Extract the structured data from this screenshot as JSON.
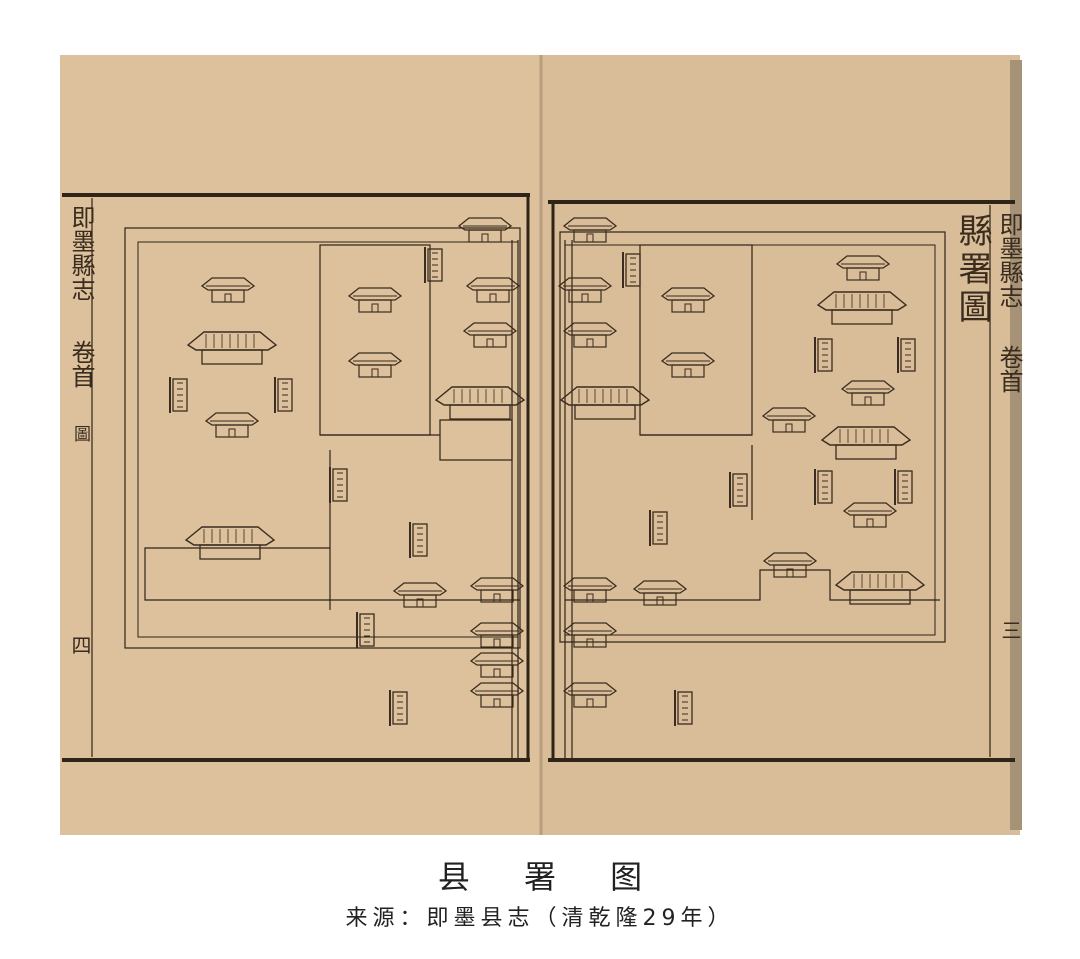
{
  "book": {
    "map_title": "縣署圖",
    "left_page": {
      "book_name": "即墨縣志",
      "volume": "卷首",
      "section": "圖",
      "page_number": "四"
    },
    "right_page": {
      "book_name": "即墨縣志",
      "volume": "卷首",
      "page_number": "三"
    },
    "paper_color": "#dcc19c",
    "ink_color": "#3a2c1e"
  },
  "caption": {
    "title": "县 署 图",
    "source": "来源：即墨县志（清乾隆29年）"
  }
}
